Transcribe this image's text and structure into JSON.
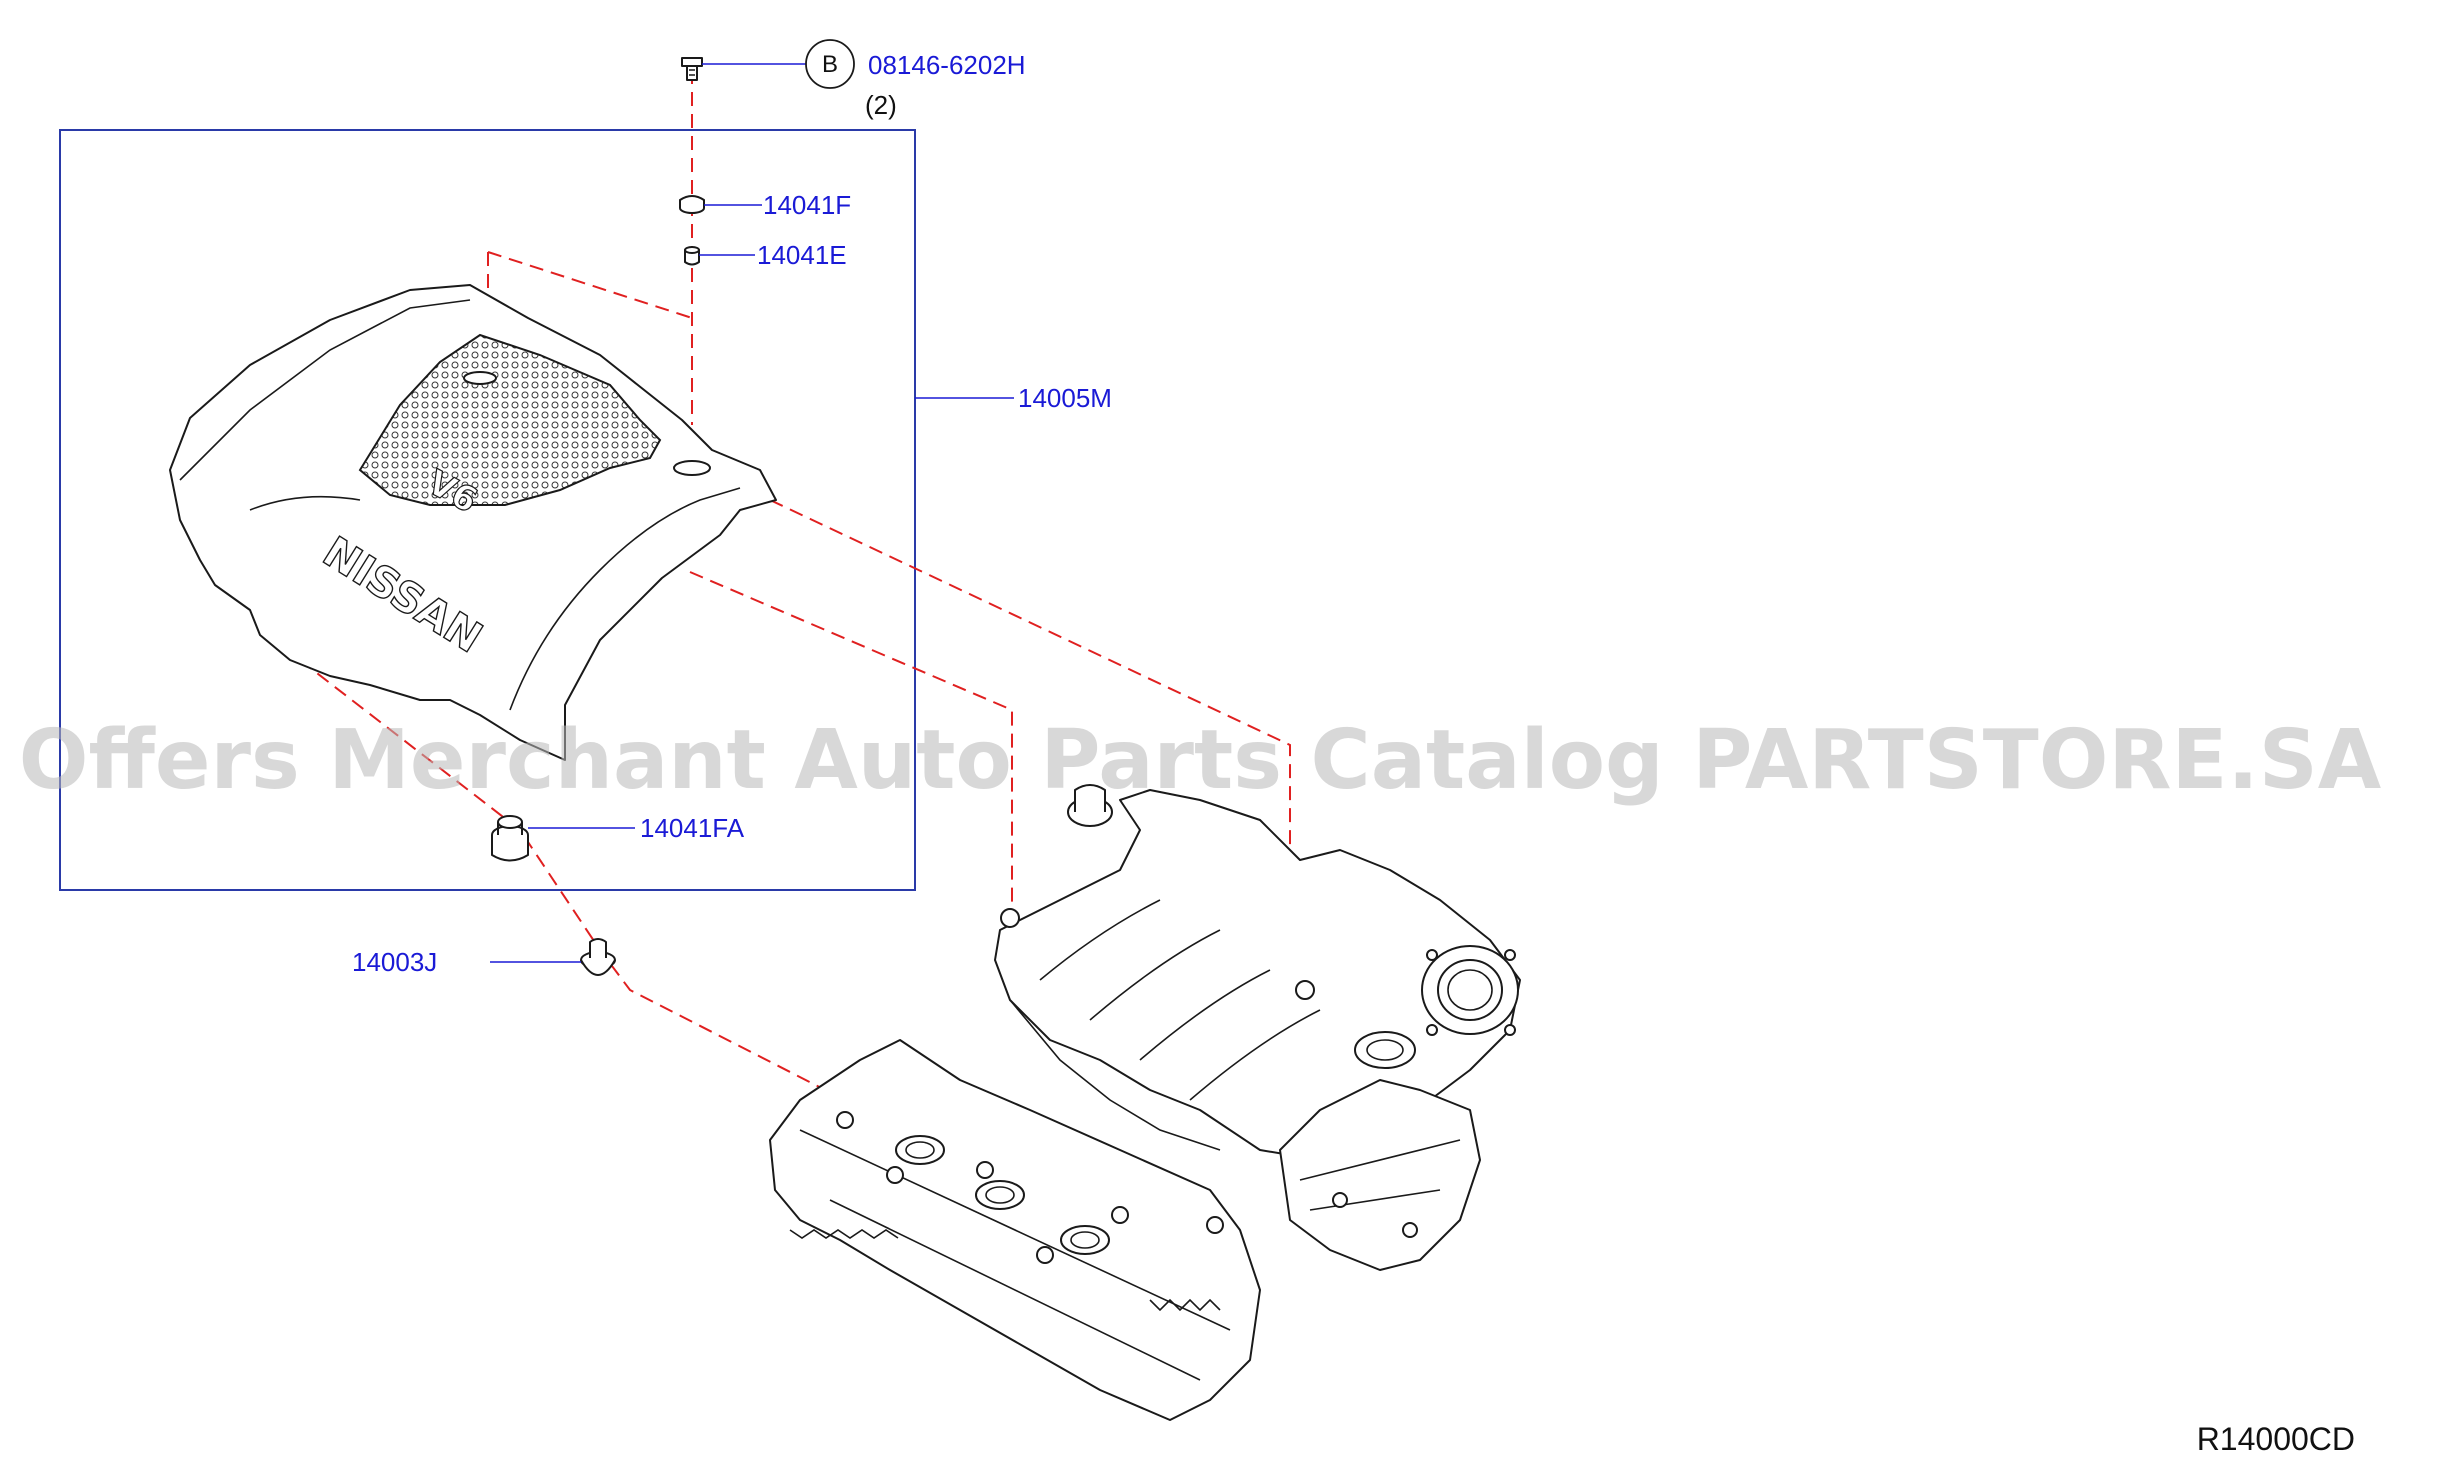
{
  "diagram": {
    "ref_code": "R14000CD",
    "watermark": "Offers Merchant Auto Parts Catalog PARTSTORE.SA",
    "cover_lettering": [
      "V6",
      "NISSAN"
    ],
    "colors": {
      "callout_text": "#1a1ad6",
      "dashed_guides": "#e02020",
      "group_box": "#2a3aa8",
      "line_art": "#1a1a1a",
      "watermark": "#b8b8b8"
    },
    "badge": {
      "letter": "B"
    },
    "parts": [
      {
        "part_number": "08146-6202H",
        "quantity": "(2)"
      },
      {
        "part_number": "14041F"
      },
      {
        "part_number": "14041E"
      },
      {
        "part_number": "14005M"
      },
      {
        "part_number": "14041FA"
      },
      {
        "part_number": "14003J"
      }
    ]
  }
}
